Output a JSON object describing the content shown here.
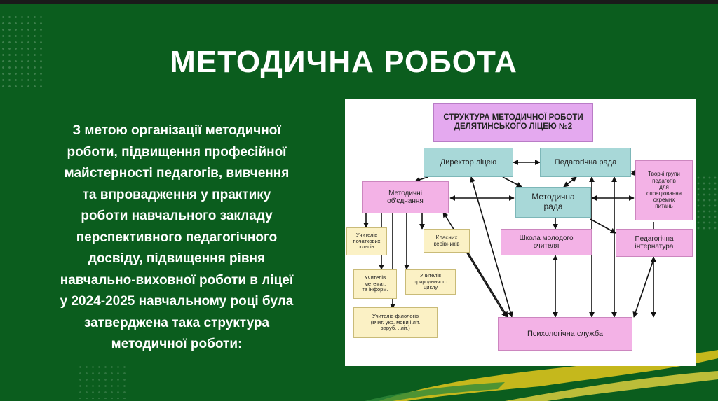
{
  "slide": {
    "title": "МЕТОДИЧНА РОБОТА",
    "body_lines": [
      "З метою організації методичної",
      "роботи, підвищення професійної",
      "майстерності педагогів, вивчення",
      "та впровадження у практику",
      "роботи навчального закладу",
      "перспективного педагогічного",
      "досвіду, підвищення рівня",
      "навчально-виховної роботи в ліцеї",
      "у 2024-2025 навчальному році була",
      "затверджена така структура",
      "методичної роботи:"
    ]
  },
  "diagram": {
    "nodes": {
      "structure": [
        "СТРУКТУРА МЕТОДИЧНОЇ РОБОТИ",
        "ДЕЛЯТИНСЬКОГО ЛІЦЕЮ №2"
      ],
      "director": [
        "Директор ліцею"
      ],
      "ped_council": [
        "Педагогічна рада"
      ],
      "creative_groups": [
        "Творчі групи",
        "педагогів",
        "для",
        "опрацювання",
        "окремих",
        "питань"
      ],
      "method_assoc": [
        "Методичні",
        "об'єднання"
      ],
      "method_council": [
        "Методична",
        "рада"
      ],
      "young_teacher": [
        "Школа молодого",
        "вчителя"
      ],
      "ped_boarding": [
        "Педагогічна",
        "інтернатура"
      ],
      "primary_teachers": [
        "Учителів",
        "початкових",
        "класів"
      ],
      "class_teachers": [
        "Класних",
        "керівників"
      ],
      "math_teachers": [
        "Учителів",
        "метемат.",
        "та інформ."
      ],
      "natural_teachers": [
        "Учителів",
        "природничого",
        "циклу"
      ],
      "philology_teachers": [
        "Учителів-філологів",
        "(вчит. укр. мови і літ.",
        "заруб. , літ.)"
      ],
      "psych_service": [
        "Психологічна служба"
      ]
    }
  },
  "colors": {
    "background": "#0b5d1e",
    "violet": "#e4a9ef",
    "pink": "#f3b2e6",
    "teal": "#a8d8d8",
    "yellow": "#fbf1c5",
    "accent_gold": "#d9c21c"
  }
}
